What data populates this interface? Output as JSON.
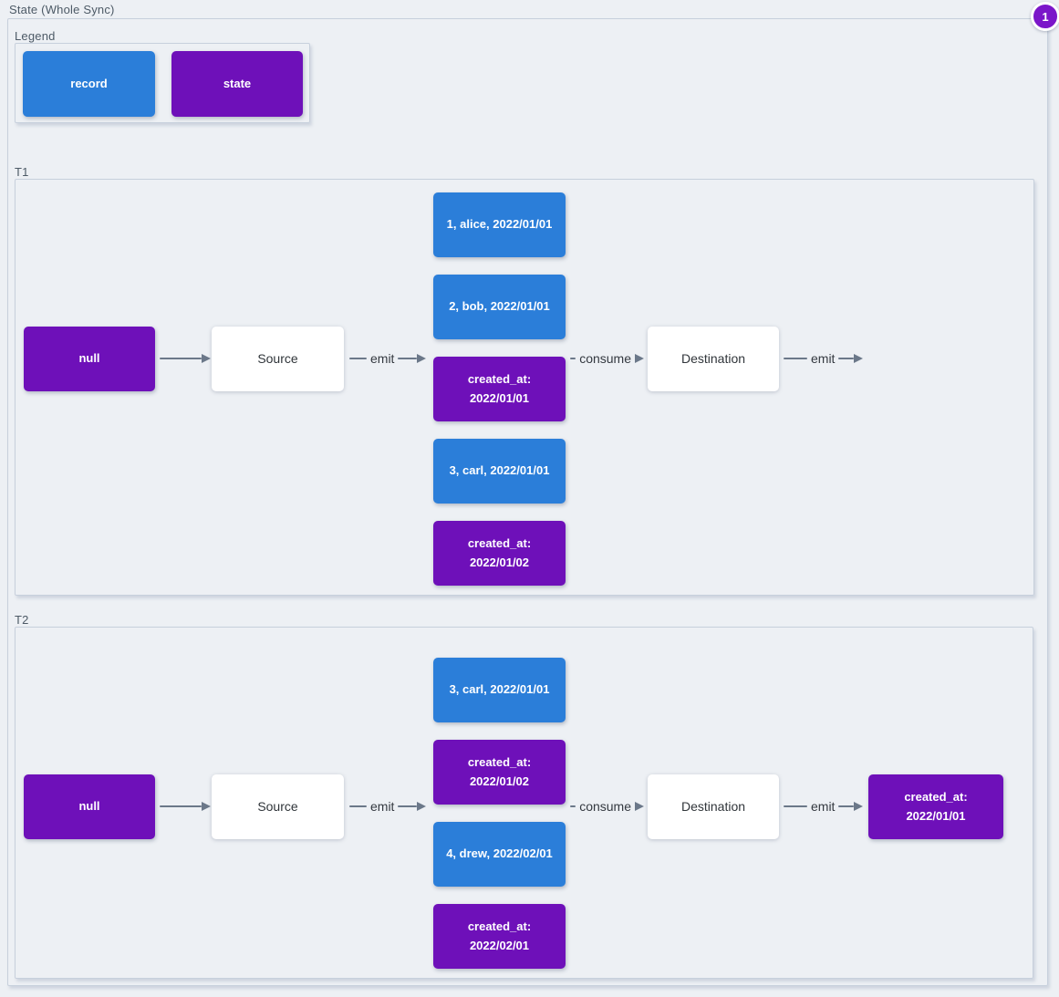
{
  "page": {
    "title": "State (Whole Sync)",
    "badge": "1"
  },
  "colors": {
    "record": "#2b7ed9",
    "state": "#6e10b9",
    "badge": "#7b16c9",
    "arrow": "#6b7889",
    "background": "#edf0f4"
  },
  "legend": {
    "title": "Legend",
    "items": [
      {
        "type": "record",
        "label": "record"
      },
      {
        "type": "state",
        "label": "state"
      }
    ]
  },
  "sections": [
    {
      "title": "T1",
      "input_state": "null",
      "source_label": "Source",
      "destination_label": "Destination",
      "edges": {
        "source_out": "emit",
        "stack_out": "consume",
        "destination_out": "emit"
      },
      "stack": [
        {
          "type": "record",
          "text": "1, alice, 2022/01/01"
        },
        {
          "type": "record",
          "text": "2, bob, 2022/01/01"
        },
        {
          "type": "state",
          "text": "created_at:\n2022/01/01"
        },
        {
          "type": "record",
          "text": "3, carl, 2022/01/01"
        },
        {
          "type": "state",
          "text": "created_at:\n2022/01/02"
        }
      ]
    },
    {
      "title": "T2",
      "input_state": "null",
      "source_label": "Source",
      "destination_label": "Destination",
      "edges": {
        "source_out": "emit",
        "stack_out": "consume",
        "destination_out": "emit"
      },
      "stack": [
        {
          "type": "record",
          "text": "3, carl, 2022/01/01"
        },
        {
          "type": "state",
          "text": "created_at:\n2022/01/02"
        },
        {
          "type": "record",
          "text": "4, drew, 2022/02/01"
        },
        {
          "type": "state",
          "text": "created_at:\n2022/02/01"
        }
      ],
      "output_state": "created_at:\n2022/01/01"
    }
  ]
}
